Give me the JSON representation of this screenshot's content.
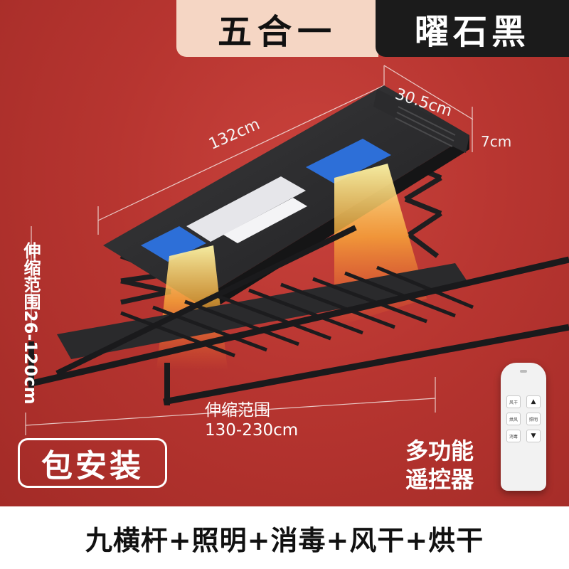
{
  "tags": {
    "left": "五合一",
    "right": "曜石黑"
  },
  "dimensions": {
    "length": "132cm",
    "width": "30.5cm",
    "height": "7cm",
    "vertical_range": "伸缩范围26-120cm",
    "horizontal_label": "伸缩范围",
    "horizontal_range": "130-230cm"
  },
  "install_badge": "包安装",
  "remote": {
    "label_line1": "多功能",
    "label_line2": "遥控器",
    "buttons": [
      "风干",
      "▲",
      "烘风",
      "照明",
      "消毒",
      "▼"
    ]
  },
  "caption": "九横杆+照明+消毒+风干+烘干",
  "colors": {
    "background": "#b73530",
    "tag_left": "#f5d6c4",
    "tag_right": "#1b1b1b",
    "product": "#2a2a2a"
  }
}
